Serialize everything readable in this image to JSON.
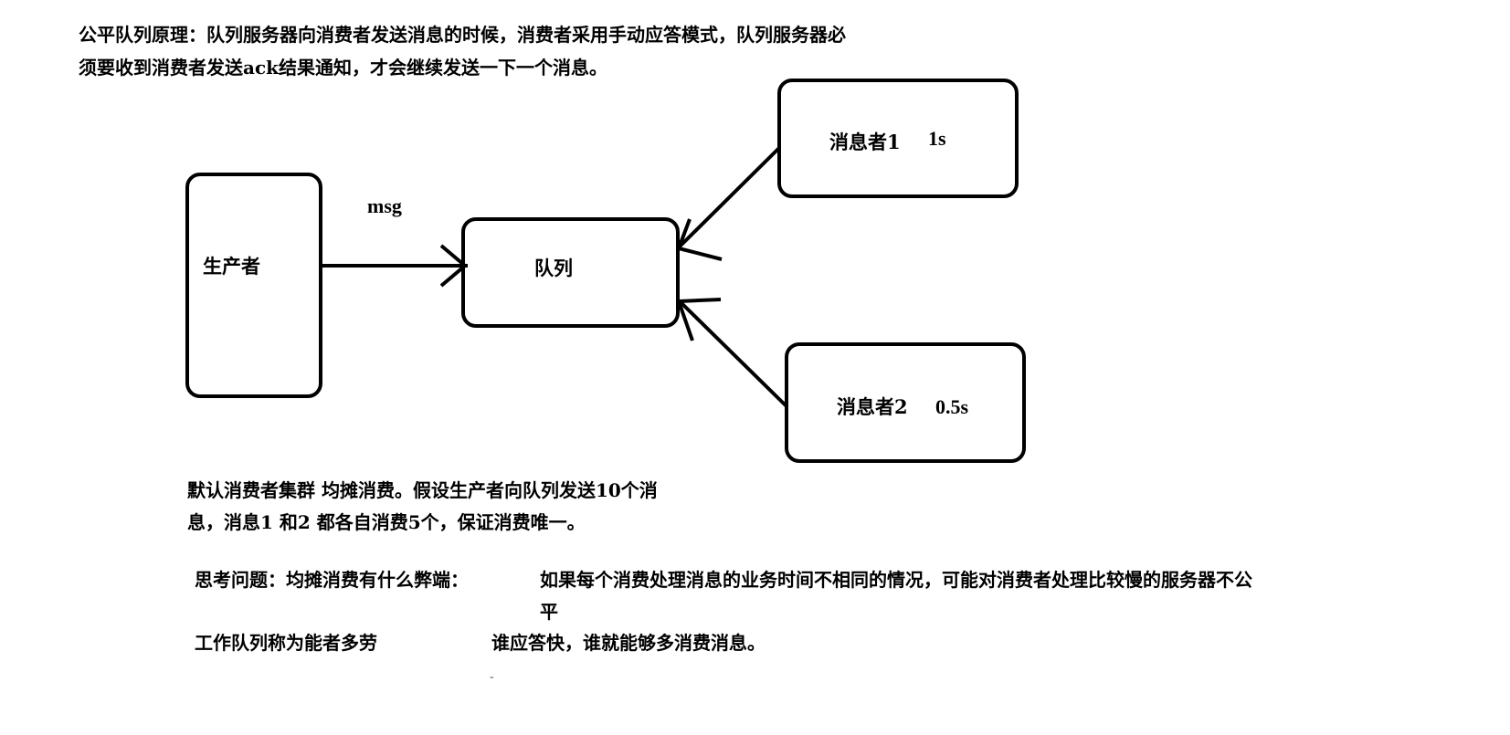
{
  "header": {
    "line1": "公平队列原理：队列服务器向消费者发送消息的时候，消费者采用手动应答模式，队列服务器必",
    "line2": "须要收到消费者发送ack结果通知，才会继续发送一下一个消息。"
  },
  "diagram": {
    "producer_label": "生产者",
    "queue_label": "队列",
    "edge_label": "msg",
    "consumer1_label": "消息者1",
    "consumer1_time": "1s",
    "consumer2_label": "消息者2",
    "consumer2_time": "0.5s"
  },
  "notes": {
    "default_line1": "默认消费者集群 均摊消费。假设生产者向队列发送10个消",
    "default_line2": "息，消息1 和2 都各自消费5个，保证消费唯一。",
    "question_label": "思考问题：均摊消费有什么弊端：",
    "question_answer_line1": "如果每个消费处理消息的业务时间不相同的情况，可能对消费者处理比较慢的服务器不公",
    "question_answer_line2": "平",
    "work_queue_label": "工作队列称为能者多劳",
    "work_queue_answer": "谁应答快，谁就能够多消费消息。",
    "stray_mark": "-"
  }
}
